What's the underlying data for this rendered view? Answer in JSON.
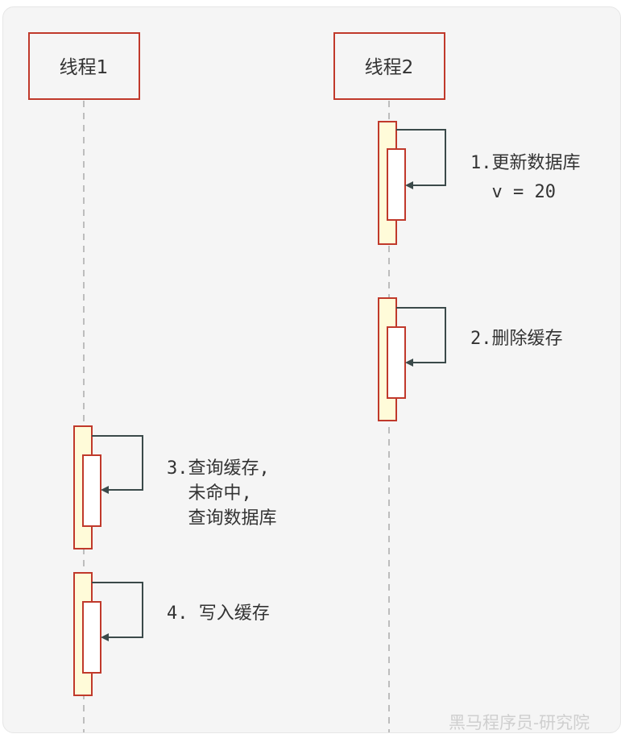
{
  "participants": [
    {
      "label": "线程1"
    },
    {
      "label": "线程2"
    }
  ],
  "steps": [
    {
      "lines": [
        "1.更新数据库",
        "  v = 20"
      ]
    },
    {
      "lines": [
        "2.删除缓存"
      ]
    },
    {
      "lines": [
        "3.查询缓存,",
        "  未命中,",
        "  查询数据库"
      ]
    },
    {
      "lines": [
        "4. 写入缓存"
      ]
    }
  ],
  "watermark": "黑马程序员-研究院",
  "colors": {
    "box_border": "#c0392b",
    "activation_fill": "#fffbd9",
    "arrow": "#3b4a4a",
    "lifeline": "#bdbdbd",
    "text": "#333333"
  }
}
